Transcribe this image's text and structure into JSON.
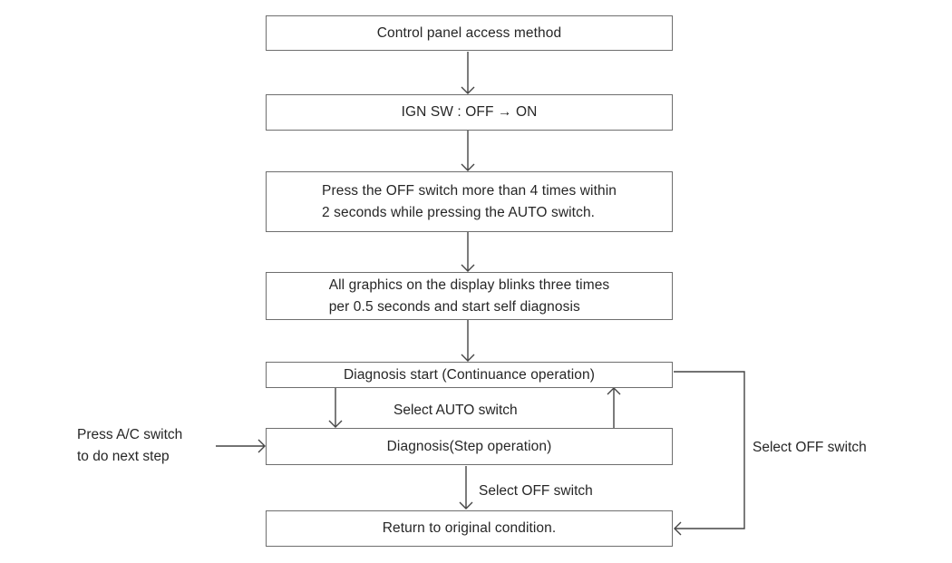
{
  "flowchart": {
    "description": "Control panel self-diagnosis access flowchart",
    "boxes": [
      {
        "id": "access-method",
        "label": "Control panel access method"
      },
      {
        "id": "ign-switch",
        "label": "IGN SW : OFF → ON"
      },
      {
        "id": "press-off-switch",
        "lines": [
          "Press the OFF switch more than 4 times within",
          "2 seconds while pressing the AUTO switch."
        ]
      },
      {
        "id": "graphics-blink",
        "lines": [
          "All graphics on the display blinks three times",
          "per 0.5 seconds and start self diagnosis"
        ]
      },
      {
        "id": "diagnosis-start",
        "label": "Diagnosis start (Continuance operation)"
      },
      {
        "id": "diagnosis-step",
        "label": "Diagnosis(Step operation)"
      },
      {
        "id": "return-original",
        "label": "Return to original condition."
      }
    ],
    "edge_labels": {
      "select_auto": "Select AUTO switch",
      "select_off_mid": "Select OFF switch",
      "select_off_right": "Select OFF switch",
      "press_ac_line1": "Press A/C switch",
      "press_ac_line2": "to do next step"
    },
    "colors": {
      "background": "#ffffff",
      "box_border": "#6e6e6e",
      "connector_line": "#454545",
      "text": "#262626"
    }
  }
}
